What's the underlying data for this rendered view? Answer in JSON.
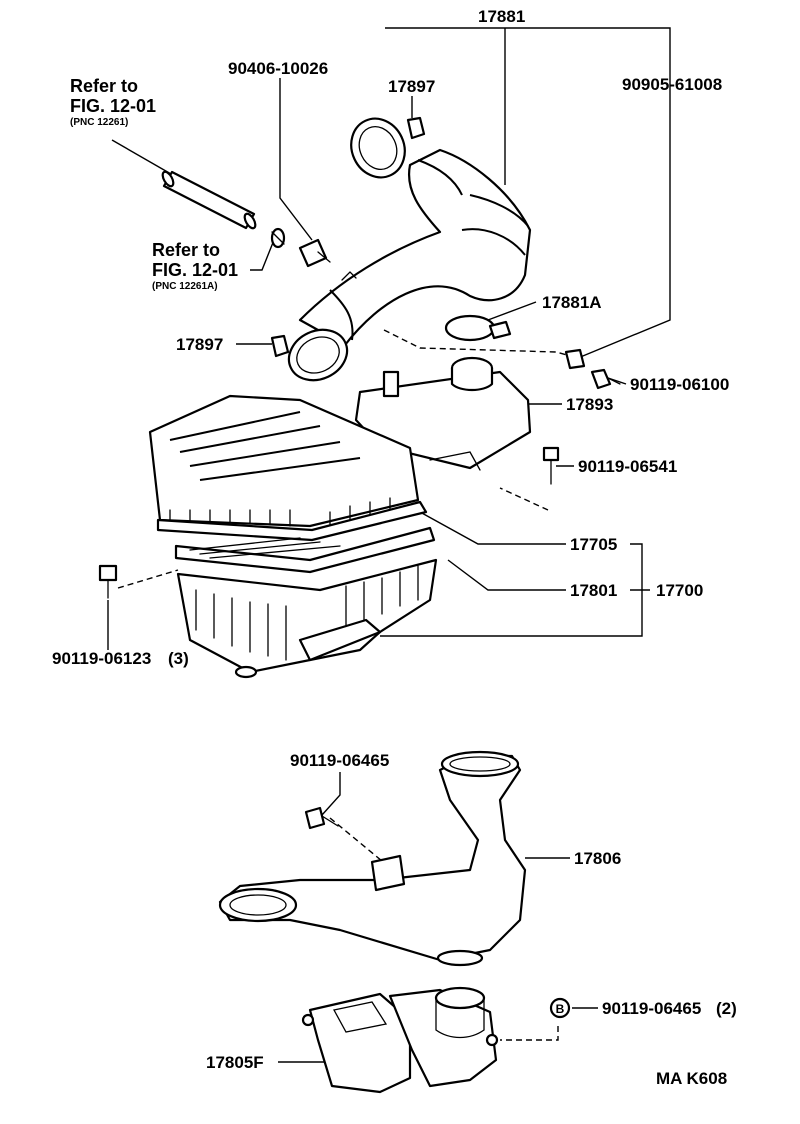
{
  "labels": {
    "p17881": "17881",
    "p90406_10026": "90406-10026",
    "p17897_top": "17897",
    "p90905_61008": "90905-61008",
    "ref1_line1": "Refer to",
    "ref1_line2": "FIG. 12-01",
    "ref1_pnc": "(PNC 12261)",
    "ref2_line1": "Refer to",
    "ref2_line2": "FIG. 12-01",
    "ref2_pnc": "(PNC 12261A)",
    "p17881A": "17881A",
    "p17897_left": "17897",
    "p90119_06100": "90119-06100",
    "p17893": "17893",
    "p90119_06541": "90119-06541",
    "p17705": "17705",
    "p17801": "17801",
    "p17700": "17700",
    "p90119_06123": "90119-06123",
    "p90119_06123_qty": "(3)",
    "p90119_06465_top": "90119-06465",
    "p17806": "17806",
    "p90119_06465_bot": "90119-06465",
    "p90119_06465_bot_qty": "(2)",
    "p17805F": "17805F",
    "diagram_code": "MA K608"
  },
  "icons": {
    "callout_b": "B"
  }
}
